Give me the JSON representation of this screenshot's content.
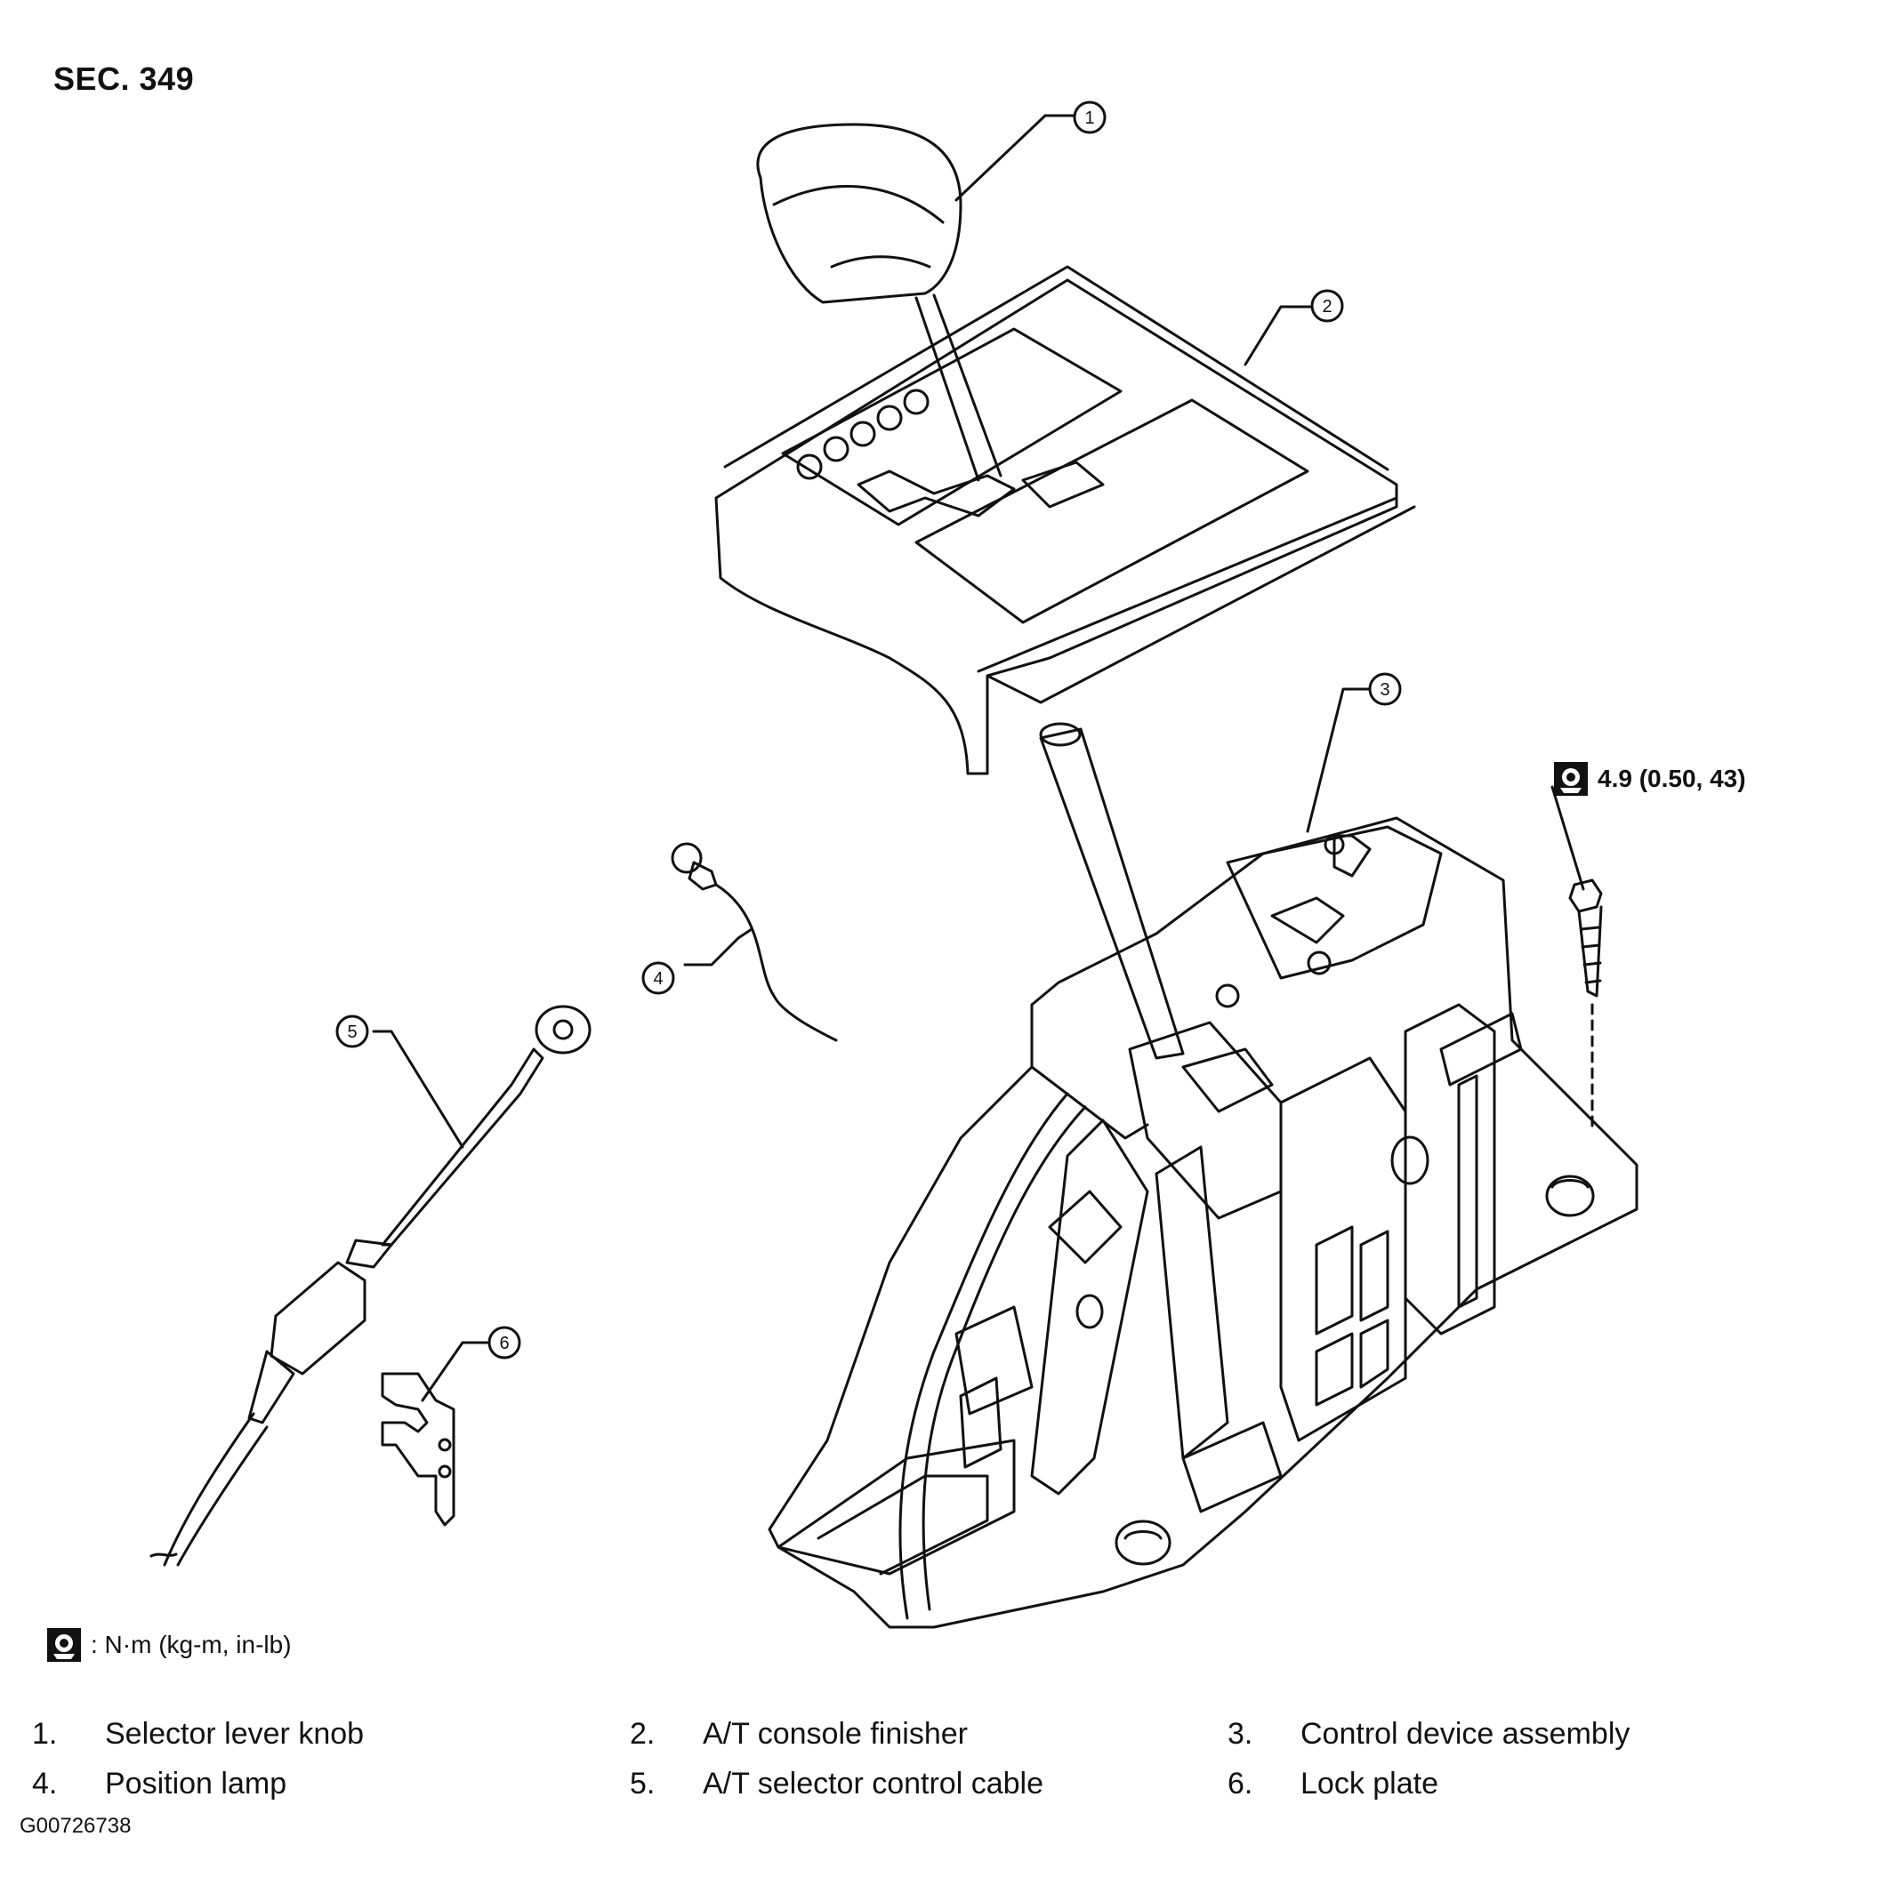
{
  "section": "SEC. 349",
  "torque_spec": "4.9 (0.50, 43)",
  "units_legend": ": N·m (kg-m, in-lb)",
  "callouts": [
    "1",
    "2",
    "3",
    "4",
    "5",
    "6"
  ],
  "parts": [
    {
      "num": "1.",
      "name": "Selector lever knob"
    },
    {
      "num": "2.",
      "name": "A/T console finisher"
    },
    {
      "num": "3.",
      "name": "Control device assembly"
    },
    {
      "num": "4.",
      "name": "Position lamp"
    },
    {
      "num": "5.",
      "name": "A/T selector control cable"
    },
    {
      "num": "6.",
      "name": "Lock plate"
    }
  ],
  "figure_code": "G00726738",
  "icons": {
    "torque": "torque-wrench-icon"
  }
}
